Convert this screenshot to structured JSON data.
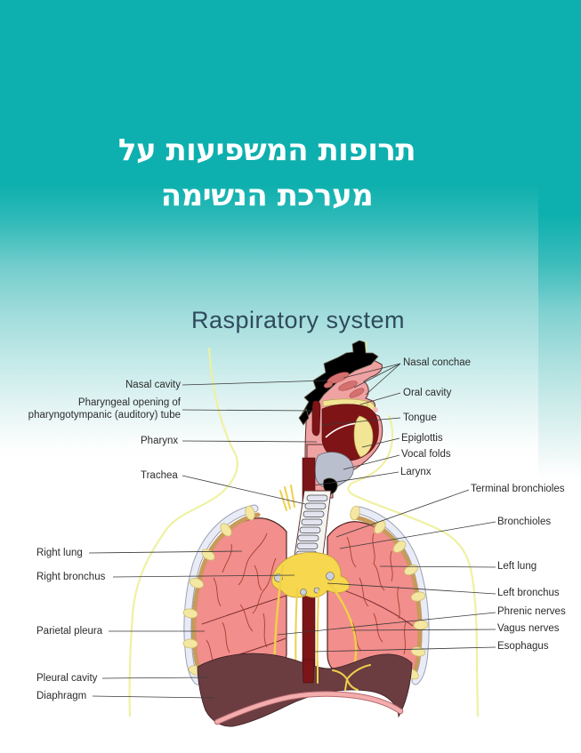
{
  "slide": {
    "hebrew_title_line1": "תרופות המשפיעות על",
    "hebrew_title_line2": "מערכת הנשימה",
    "diagram_title": "Raspiratory system"
  },
  "colors": {
    "teal-top": "#0db0ae",
    "hebrew-title": "#ffffff",
    "diagram-title": "#2f4a5c",
    "label-text": "#2b2b2b",
    "leader-line": "#3a3a3a",
    "body-outline-yellow": "#eef09d",
    "lung-pink": "#f28e8c",
    "lung-outline": "#4f2421",
    "branch-red": "#a8402f",
    "pleura-light": "#e9ecf7",
    "tan-band": "#c89a5c",
    "rib-yellow": "#f4e7a2",
    "rib-outline": "#cdbd6d",
    "head-pink": "#efa2a2",
    "conchae-pink": "#d4706f",
    "mouth-maroon": "#7e1416",
    "palate-yellow": "#f2e595",
    "larynx-gray": "#b9bfcc",
    "esophagus-red": "#7c1518",
    "ring-gray": "#e3e4ee",
    "ring-outline": "#3c4254",
    "plexus-yellow": "#f6d74e",
    "nerve-yellow": "#f0cf4a",
    "diaphragm-maroon": "#6b3d41",
    "diaphragm-rim": "#f4adad"
  },
  "labels": {
    "left": [
      {
        "id": "nasal-cavity",
        "text": "Nasal cavity"
      },
      {
        "id": "pharyngeal-opening",
        "text": "Pharyngeal opening of\npharyngotympanic (auditory) tube"
      },
      {
        "id": "pharynx",
        "text": "Pharynx"
      },
      {
        "id": "trachea",
        "text": "Trachea"
      },
      {
        "id": "right-lung",
        "text": "Right lung"
      },
      {
        "id": "right-bronchus",
        "text": "Right bronchus"
      },
      {
        "id": "parietal-pleura",
        "text": "Parietal pleura"
      },
      {
        "id": "pleural-cavity",
        "text": "Pleural cavity"
      },
      {
        "id": "diaphragm",
        "text": "Diaphragm"
      }
    ],
    "right": [
      {
        "id": "nasal-conchae",
        "text": "Nasal conchae"
      },
      {
        "id": "oral-cavity",
        "text": "Oral cavity"
      },
      {
        "id": "tongue",
        "text": "Tongue"
      },
      {
        "id": "epiglottis",
        "text": "Epiglottis"
      },
      {
        "id": "vocal-folds",
        "text": "Vocal folds"
      },
      {
        "id": "larynx",
        "text": "Larynx"
      },
      {
        "id": "terminal-bronchioles",
        "text": "Terminal bronchioles"
      },
      {
        "id": "bronchioles",
        "text": "Bronchioles"
      },
      {
        "id": "left-lung",
        "text": "Left lung"
      },
      {
        "id": "left-bronchus",
        "text": "Left bronchus"
      },
      {
        "id": "phrenic-nerves",
        "text": "Phrenic nerves"
      },
      {
        "id": "vagus-nerves",
        "text": "Vagus nerves"
      },
      {
        "id": "esophagus",
        "text": "Esophagus"
      }
    ]
  }
}
